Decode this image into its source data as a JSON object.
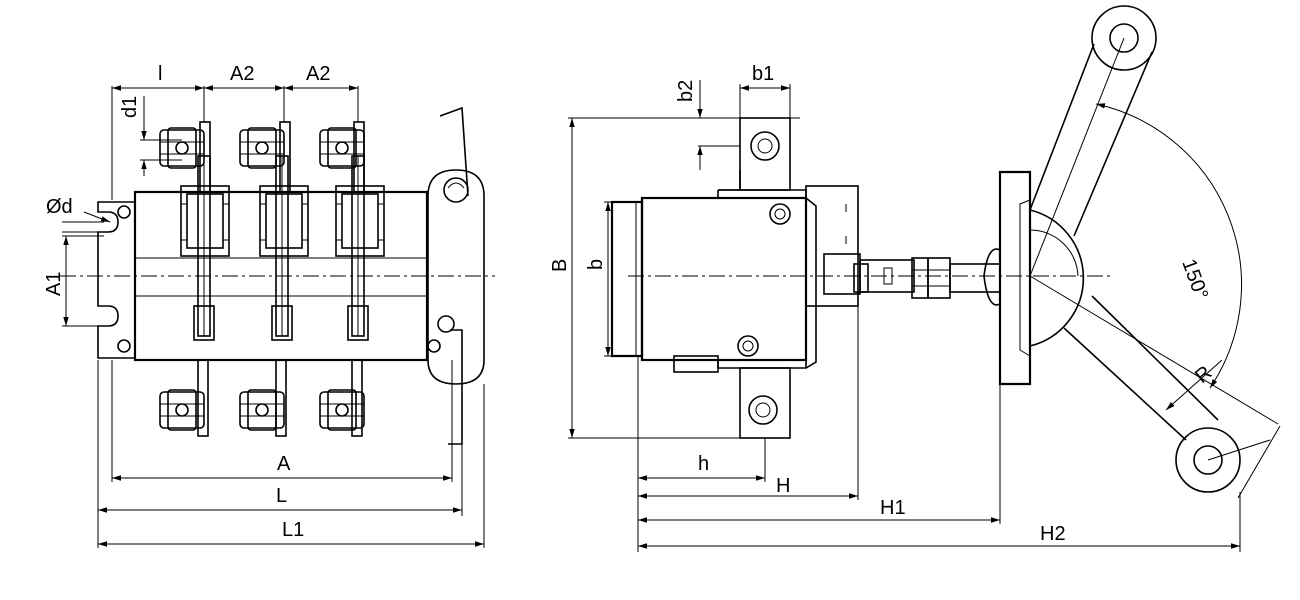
{
  "labels": {
    "l": "l",
    "A2_left": "A2",
    "A2_right": "A2",
    "d1": "d1",
    "diam_d": "Ød",
    "A1": "A1",
    "A": "A",
    "L": "L",
    "L1": "L1",
    "b2": "b2",
    "b1": "b1",
    "B": "B",
    "b": "b",
    "h": "h",
    "H": "H",
    "H1": "H1",
    "H2": "H2",
    "R": "R",
    "angle": "150°"
  }
}
